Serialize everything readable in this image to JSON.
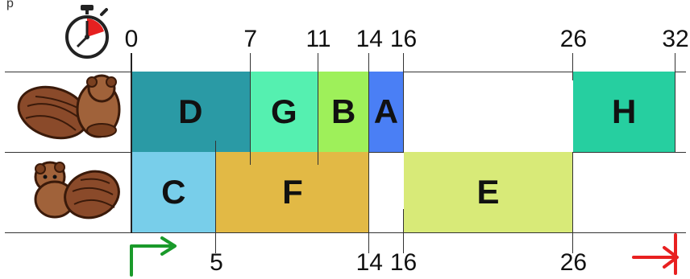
{
  "caption": "p",
  "timeline": {
    "start": 0,
    "end": 32
  },
  "top_ticks": [
    "0",
    "7",
    "11",
    "14",
    "16",
    "26",
    "32"
  ],
  "bottom_ticks": [
    "5",
    "14",
    "16",
    "26"
  ],
  "lanes": [
    {
      "name": "beaver-1",
      "tasks": [
        {
          "label": "D",
          "start": 0,
          "end": 7,
          "color": "#2a9aa5"
        },
        {
          "label": "G",
          "start": 7,
          "end": 11,
          "color": "#55f0b0"
        },
        {
          "label": "B",
          "start": 11,
          "end": 14,
          "color": "#9ef05a"
        },
        {
          "label": "A",
          "start": 14,
          "end": 16,
          "color": "#4a7ff5"
        },
        {
          "label": "H",
          "start": 26,
          "end": 32,
          "color": "#26cfa0"
        }
      ]
    },
    {
      "name": "beaver-2",
      "tasks": [
        {
          "label": "C",
          "start": 0,
          "end": 5,
          "color": "#78ceea"
        },
        {
          "label": "F",
          "start": 5,
          "end": 14,
          "color": "#e2b945"
        },
        {
          "label": "E",
          "start": 16,
          "end": 26,
          "color": "#d8ea78"
        }
      ]
    }
  ],
  "colors": {
    "start_arrow": "#1a9a2a",
    "end_arrow": "#e82020",
    "stopwatch_wedge": "#e62020"
  }
}
